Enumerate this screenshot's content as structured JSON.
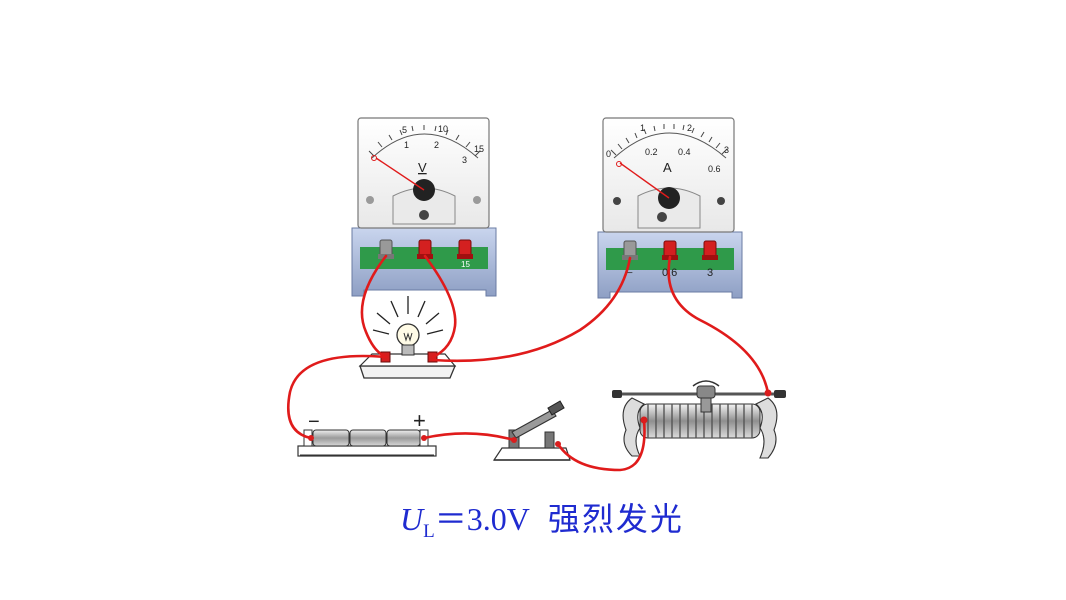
{
  "voltmeter": {
    "symbol": "V",
    "scale_upper": [
      "5",
      "10",
      "15"
    ],
    "scale_lower": [
      "1",
      "2",
      "3"
    ],
    "terminal_15": "15"
  },
  "ammeter": {
    "symbol": "A",
    "scale_upper": [
      "1",
      "2",
      "3"
    ],
    "scale_lower": [
      "0",
      "0.2",
      "0.4",
      "0.6"
    ],
    "terminal_minus": "−",
    "terminal_06": "0.6",
    "terminal_3": "3"
  },
  "battery": {
    "minus": "−",
    "plus": "+"
  },
  "caption": {
    "var": "U",
    "sub": "L",
    "equation": "＝3.0V",
    "text": "强烈发光"
  },
  "colors": {
    "wire": "#e01b1b",
    "caption": "#1f2bd0",
    "board": "#2f9a4a",
    "meter_base": "#aab8d8"
  }
}
